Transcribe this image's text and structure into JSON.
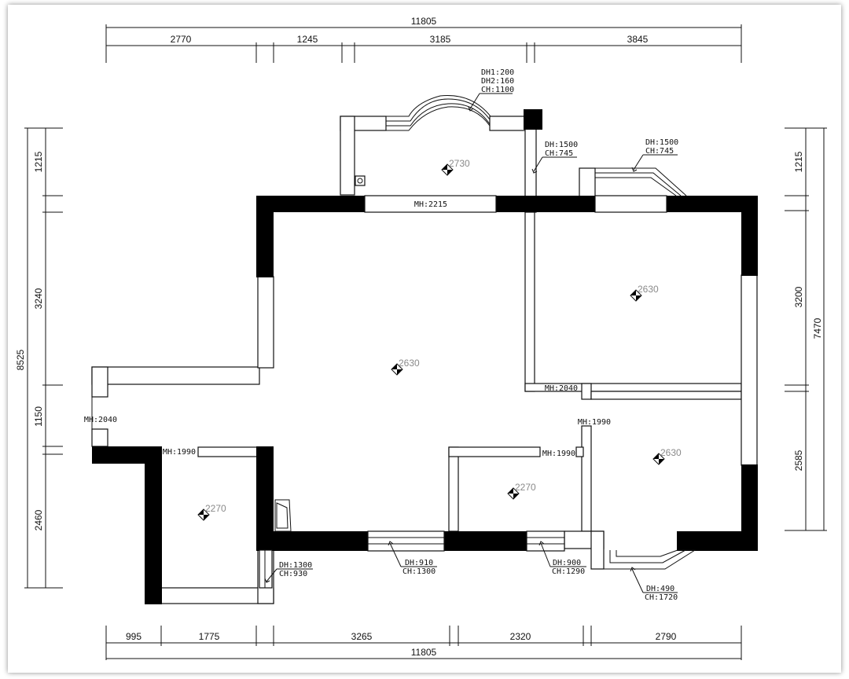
{
  "top_dims": {
    "total": "11805",
    "segments": [
      "2770",
      "1245",
      "3185",
      "3845"
    ]
  },
  "bottom_dims": {
    "total": "11805",
    "segments": [
      "995",
      "1775",
      "3265",
      "2320",
      "2790"
    ]
  },
  "left_dims": {
    "total": "8525",
    "segments": [
      "1215",
      "3240",
      "1150",
      "2460"
    ]
  },
  "right_dims": {
    "total": "7470",
    "segments": [
      "1215",
      "3200",
      "2585"
    ]
  },
  "openings": {
    "mh_top": "MH:2215",
    "mh_left": "MH:2040",
    "mh_bath": "MH:1990",
    "mh_kitchen": "MH:1990",
    "mh_bed1": "MH:2040",
    "mh_bed2": "MH:1990"
  },
  "windows": {
    "arch": [
      "DH1:200",
      "DH2:160",
      "CH:1100"
    ],
    "balcony_left": [
      "DH:1500",
      "CH:745"
    ],
    "balcony_right": [
      "DH:1500",
      "CH:745"
    ],
    "bath": [
      "DH:1300",
      "CH:930"
    ],
    "living_bottom": [
      "DH:910",
      "CH:1300"
    ],
    "kitchen_bottom": [
      "DH:900",
      "CH:1290"
    ],
    "bay_bottom": [
      "DH:490",
      "CH:1720"
    ]
  },
  "ceilings": {
    "balcony": "2730",
    "living": "2630",
    "bed1": "2630",
    "bed2": "2630",
    "bath": "2270",
    "kitchen": "2270"
  }
}
